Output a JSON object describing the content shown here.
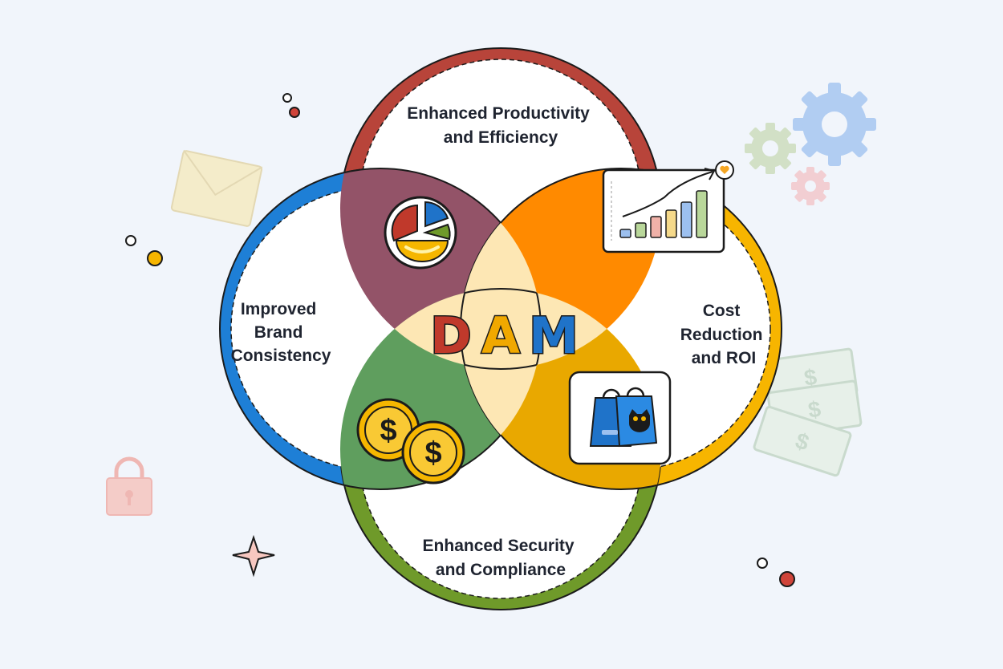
{
  "diagram": {
    "center": {
      "letters": [
        "D",
        "A",
        "M"
      ],
      "letter_colors": [
        "#c0392b",
        "#f0a800",
        "#1f73c9"
      ]
    },
    "petals": {
      "top": {
        "lines": [
          "Enhanced Productivity",
          "and Efficiency"
        ],
        "color": "#b8443a"
      },
      "left": {
        "lines": [
          "Improved",
          "Brand",
          "Consistency"
        ],
        "color": "#1e7fd6"
      },
      "right": {
        "lines": [
          "Cost",
          "Reduction",
          "and ROI"
        ],
        "color": "#f7b500"
      },
      "bottom": {
        "lines": [
          "Enhanced Security",
          "and Compliance"
        ],
        "color": "#6f9a2a"
      }
    },
    "overlap_colors": {
      "top_left": "#935368",
      "top_right": "#ff8a00",
      "bottom_left": "#5f9e5e",
      "bottom_right": "#e9a800",
      "center": "#fde7b4"
    },
    "icons": [
      "pie-chart-icon",
      "bar-chart-icon",
      "coins-icon",
      "shopping-bag-icon",
      "envelope-icon",
      "gear-icon",
      "lock-icon",
      "money-icon",
      "sparkle-icon"
    ]
  }
}
